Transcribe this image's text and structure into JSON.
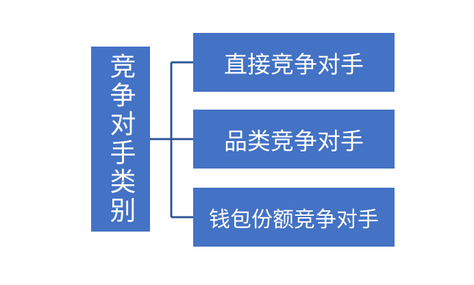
{
  "diagram": {
    "root": {
      "label": "竞争对手类别"
    },
    "children": [
      {
        "label": "直接竞争对手"
      },
      {
        "label": "品类竞争对手"
      },
      {
        "label": "钱包份额竞争对手"
      }
    ],
    "colors": {
      "box_fill": "#4472C4",
      "connector": "#2E5597",
      "text": "#FFFFFF"
    }
  }
}
